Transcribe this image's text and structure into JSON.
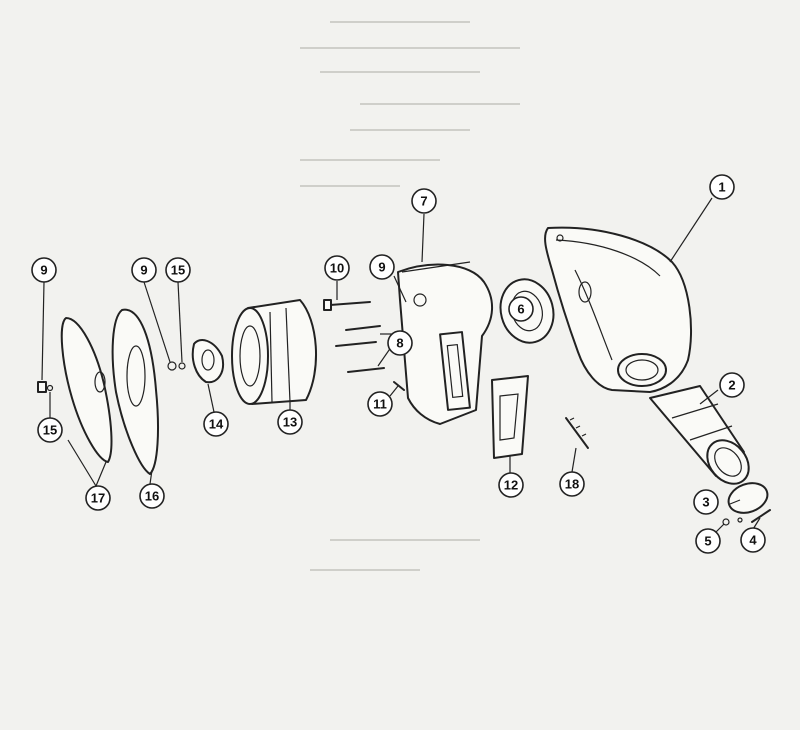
{
  "diagram": {
    "type": "exploded-parts-view",
    "callouts": [
      {
        "id": "c1",
        "label": "1"
      },
      {
        "id": "c2",
        "label": "2"
      },
      {
        "id": "c3",
        "label": "3"
      },
      {
        "id": "c4",
        "label": "4"
      },
      {
        "id": "c5",
        "label": "5"
      },
      {
        "id": "c6",
        "label": "6"
      },
      {
        "id": "c7",
        "label": "7"
      },
      {
        "id": "c8",
        "label": "8"
      },
      {
        "id": "c9a",
        "label": "9"
      },
      {
        "id": "c9b",
        "label": "9"
      },
      {
        "id": "c9c",
        "label": "9"
      },
      {
        "id": "c10",
        "label": "10"
      },
      {
        "id": "c11",
        "label": "11"
      },
      {
        "id": "c12",
        "label": "12"
      },
      {
        "id": "c13",
        "label": "13"
      },
      {
        "id": "c14",
        "label": "14"
      },
      {
        "id": "c15a",
        "label": "15"
      },
      {
        "id": "c15b",
        "label": "15"
      },
      {
        "id": "c16",
        "label": "16"
      },
      {
        "id": "c17",
        "label": "17"
      },
      {
        "id": "c18",
        "label": "18"
      }
    ]
  }
}
